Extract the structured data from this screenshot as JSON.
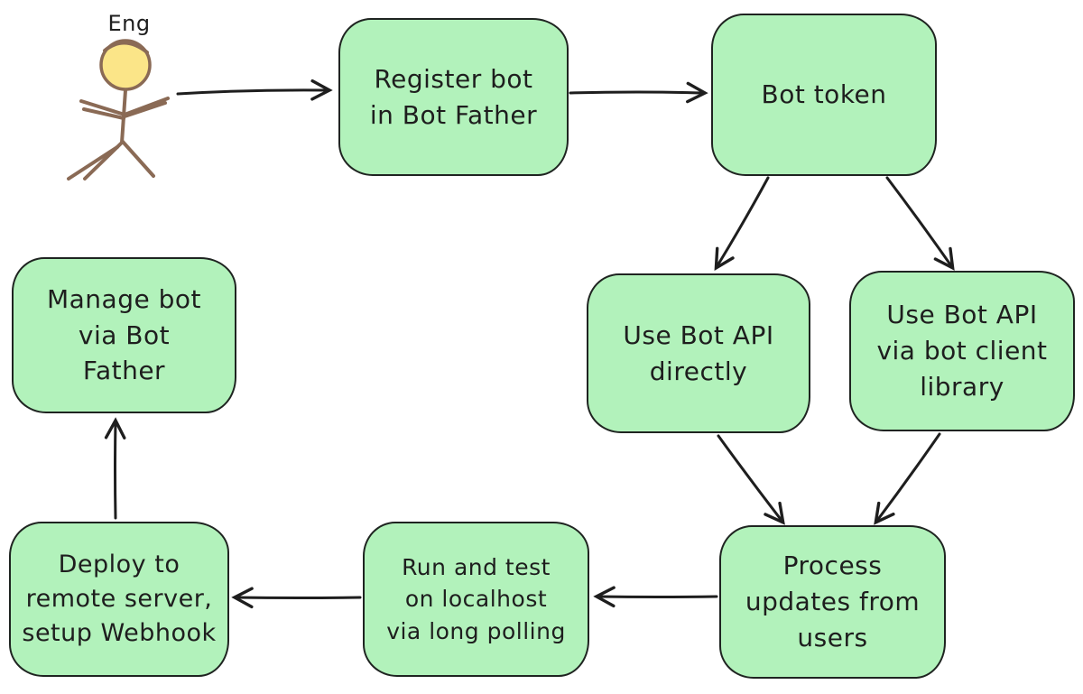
{
  "actor": {
    "label": "Eng"
  },
  "nodes": [
    {
      "id": "register-bot",
      "label": "Register bot\nin Bot Father"
    },
    {
      "id": "bot-token",
      "label": "Bot token"
    },
    {
      "id": "use-bot-api-directly",
      "label": "Use Bot API\ndirectly"
    },
    {
      "id": "use-bot-api-via-library",
      "label": "Use Bot API\nvia bot client\nlibrary"
    },
    {
      "id": "process-updates",
      "label": "Process\nupdates from\nusers"
    },
    {
      "id": "run-and-test",
      "label": "Run and test\non localhost\nvia long polling"
    },
    {
      "id": "deploy",
      "label": "Deploy to\nremote server,\nsetup Webhook"
    },
    {
      "id": "manage-bot",
      "label": "Manage bot\nvia Bot\nFather"
    }
  ],
  "edges": [
    {
      "from": "eng-actor",
      "to": "register-bot"
    },
    {
      "from": "register-bot",
      "to": "bot-token"
    },
    {
      "from": "bot-token",
      "to": "use-bot-api-directly"
    },
    {
      "from": "bot-token",
      "to": "use-bot-api-via-library"
    },
    {
      "from": "use-bot-api-directly",
      "to": "process-updates"
    },
    {
      "from": "use-bot-api-via-library",
      "to": "process-updates"
    },
    {
      "from": "process-updates",
      "to": "run-and-test"
    },
    {
      "from": "run-and-test",
      "to": "deploy"
    },
    {
      "from": "deploy",
      "to": "manage-bot"
    }
  ],
  "colors": {
    "canvas_bg": "#ffffff",
    "node_fill": "#b2f2bb",
    "node_stroke": "#1f2421",
    "text": "#1e1e1e",
    "arrow": "#1e1e1e",
    "actor_head_fill": "#fbe588",
    "actor_stroke": "#8a6a55"
  }
}
